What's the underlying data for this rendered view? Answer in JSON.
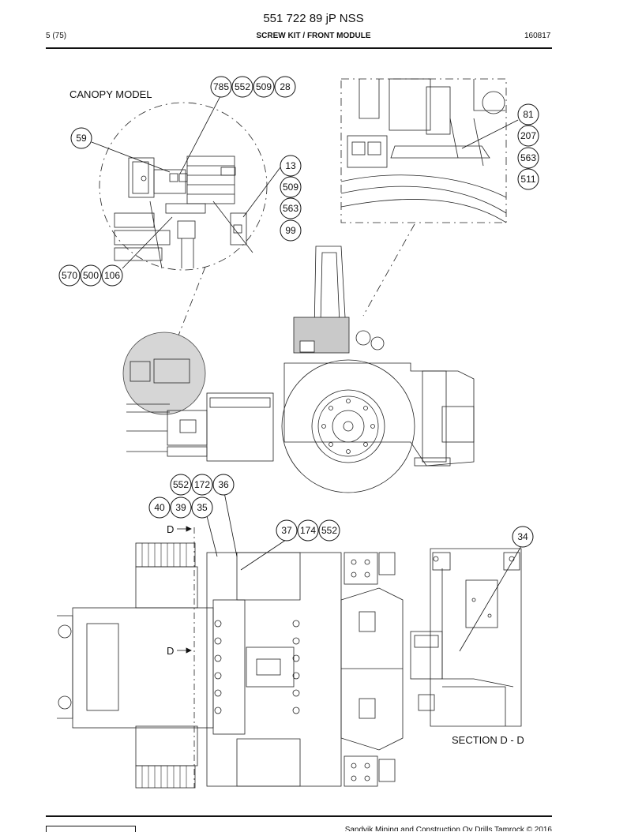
{
  "header": {
    "title": "551 722 89 jP NSS",
    "page": "5 (75)",
    "subtitle": "SCREW KIT / FRONT MODULE",
    "date": "160817"
  },
  "labels": {
    "canopy_model": "CANOPY MODEL",
    "section": "SECTION D - D",
    "d_upper": "D",
    "d_lower": "D"
  },
  "balloons": {
    "top_group": [
      "785",
      "552",
      "509",
      "28"
    ],
    "left_single": "59",
    "right_stack": [
      "13",
      "509",
      "563",
      "99"
    ],
    "bottom_left_group": [
      "570",
      "500",
      "106"
    ],
    "inset_stack": [
      "81",
      "207",
      "563",
      "511"
    ],
    "mid_group_top": [
      "552",
      "172",
      "36"
    ],
    "mid_group_bottom": [
      "40",
      "39",
      "35"
    ],
    "mid_group_right": [
      "37",
      "174",
      "552"
    ],
    "section_single": "34"
  },
  "footer": {
    "text": "Sandvik Mining and Construction Oy Drills Tamrock © 2016"
  }
}
